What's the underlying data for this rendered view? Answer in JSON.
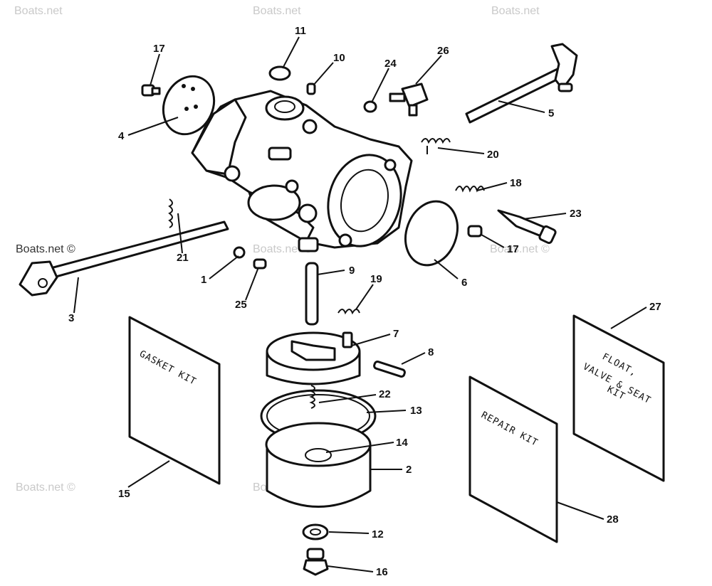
{
  "watermark": "Boats.net ©",
  "watermark_alt": "Boats.net",
  "kits": {
    "gasket": "GASKET KIT",
    "repair": "REPAIR KIT",
    "float_line1": "FLOAT,",
    "float_line2": "VALVE & SEAT",
    "float_line3": "KIT"
  },
  "callouts": {
    "c1": "1",
    "c2": "2",
    "c3": "3",
    "c4": "4",
    "c5": "5",
    "c6": "6",
    "c7": "7",
    "c8": "8",
    "c9": "9",
    "c10": "10",
    "c11": "11",
    "c12": "12",
    "c13": "13",
    "c14": "14",
    "c15": "15",
    "c16": "16",
    "c17a": "17",
    "c17b": "17",
    "c18": "18",
    "c19": "19",
    "c20": "20",
    "c21": "21",
    "c22": "22",
    "c23": "23",
    "c24": "24",
    "c25": "25",
    "c26": "26",
    "c27": "27",
    "c28": "28"
  }
}
